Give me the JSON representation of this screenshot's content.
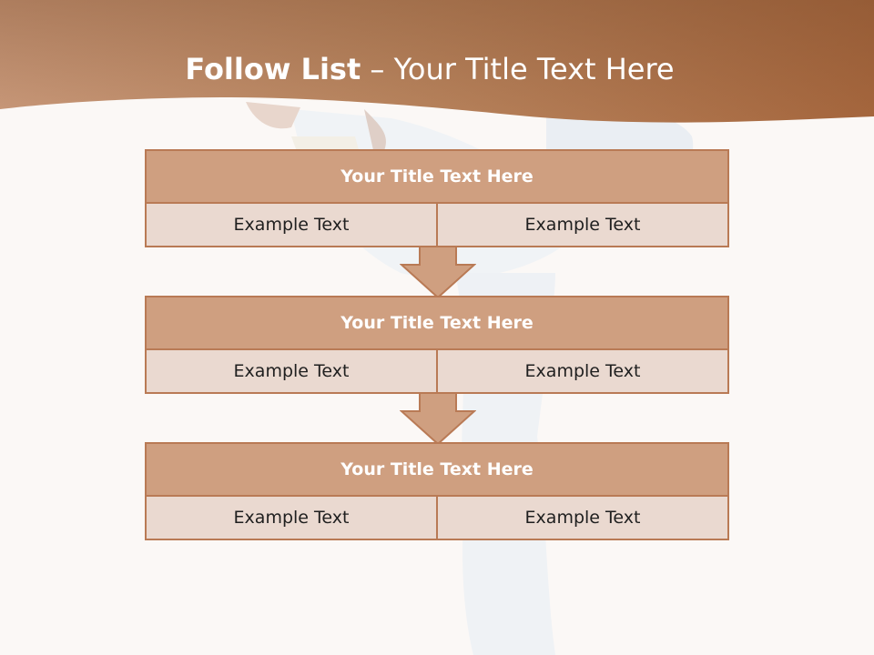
{
  "slide": {
    "title_bold": "Follow List",
    "title_rest": " – Your Title Text Here"
  },
  "blocks": [
    {
      "title": "Your Title Text Here",
      "left": "Example Text",
      "right": "Example Text"
    },
    {
      "title": "Your Title Text Here",
      "left": "Example Text",
      "right": "Example Text"
    },
    {
      "title": "Your Title Text Here",
      "left": "Example Text",
      "right": "Example Text"
    }
  ],
  "colors": {
    "header_band": "#a9683f",
    "block_title": "#cf9f80",
    "block_cell": "#ead9d0",
    "border": "#b97a55",
    "background": "#fbf8f6"
  }
}
